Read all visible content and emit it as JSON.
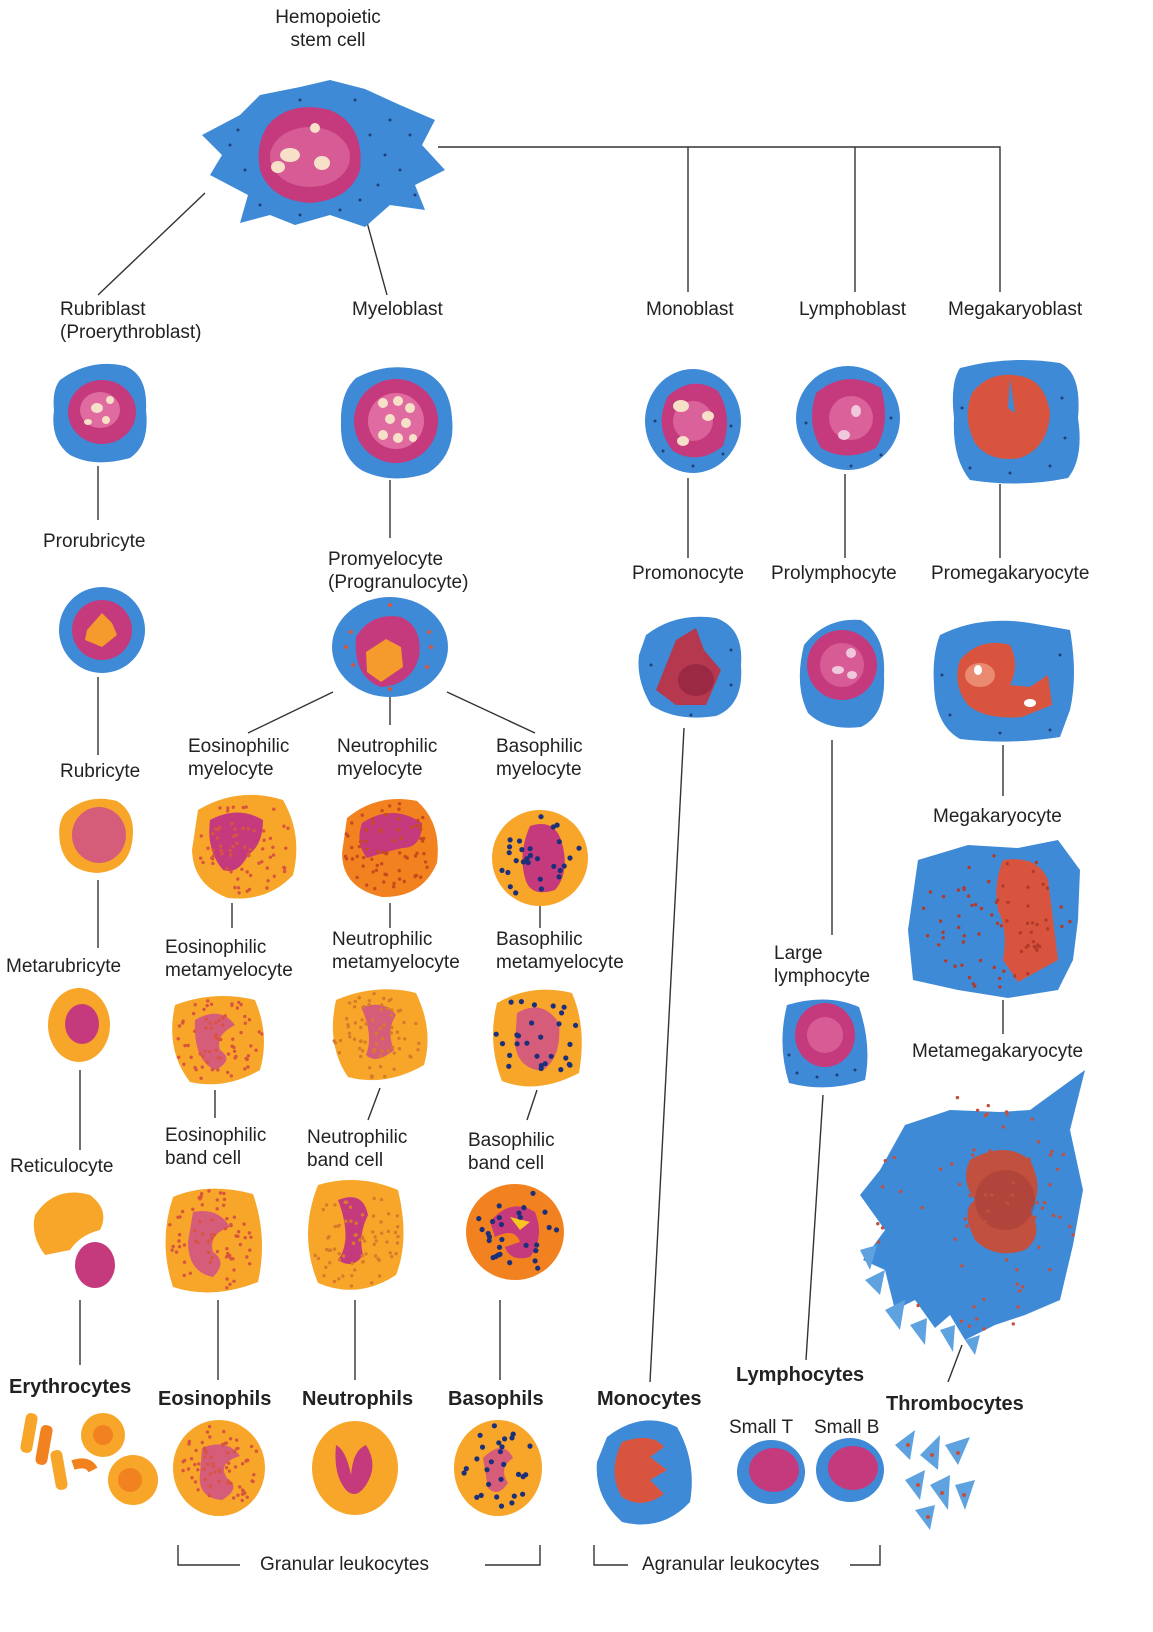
{
  "stem_cell": {
    "line1": "Hemopoietic",
    "line2": "stem cell"
  },
  "blasts": {
    "rubriblast": {
      "line1": "Rubriblast",
      "line2": "(Proerythroblast)"
    },
    "myeloblast": "Myeloblast",
    "monoblast": "Monoblast",
    "lymphoblast": "Lymphoblast",
    "megakaryoblast": "Megakaryoblast"
  },
  "stages": {
    "prorubricyte": "Prorubricyte",
    "promyelocyte": {
      "line1": "Promyelocyte",
      "line2": "(Progranulocyte)"
    },
    "promonocyte": "Promonocyte",
    "prolymphocyte": "Prolymphocyte",
    "promegakaryocyte": "Promegakaryocyte",
    "rubricyte": "Rubricyte",
    "eos_myelocyte": {
      "line1": "Eosinophilic",
      "line2": "myelocyte"
    },
    "neu_myelocyte": {
      "line1": "Neutrophilic",
      "line2": "myelocyte"
    },
    "baso_myelocyte": {
      "line1": "Basophilic",
      "line2": "myelocyte"
    },
    "megakaryocyte": "Megakaryocyte",
    "metarubricyte": "Metarubricyte",
    "eos_metamyelocyte": {
      "line1": "Eosinophilic",
      "line2": "metamyelocyte"
    },
    "neu_metamyelocyte": {
      "line1": "Neutrophilic",
      "line2": "metamyelocyte"
    },
    "baso_metamyelocyte": {
      "line1": "Basophilic",
      "line2": "metamyelocyte"
    },
    "large_lymphocyte": {
      "line1": "Large",
      "line2": "lymphocyte"
    },
    "metamegakaryocyte": "Metamegakaryocyte",
    "reticulocyte": "Reticulocyte",
    "eos_band": {
      "line1": "Eosinophilic",
      "line2": "band cell"
    },
    "neu_band": {
      "line1": "Neutrophilic",
      "line2": "band cell"
    },
    "baso_band": {
      "line1": "Basophilic",
      "line2": "band cell"
    }
  },
  "mature": {
    "erythrocytes": "Erythrocytes",
    "eosinophils": "Eosinophils",
    "neutrophils": "Neutrophils",
    "basophils": "Basophils",
    "monocytes": "Monocytes",
    "lymphocytes": "Lymphocytes",
    "small_t": "Small T",
    "small_b": "Small B",
    "thrombocytes": "Thrombocytes"
  },
  "groups": {
    "granular": "Granular leukocytes",
    "agranular": "Agranular leukocytes"
  },
  "colors": {
    "line": "#333333",
    "cytoplasm_blue": "#3f8ad6",
    "nucleus_magenta": "#c43a7c",
    "granulocyte_orange": "#f7a62a",
    "basophil_granule": "#1c2f7a",
    "megakaryocyte_nucleus": "#d9543f"
  }
}
